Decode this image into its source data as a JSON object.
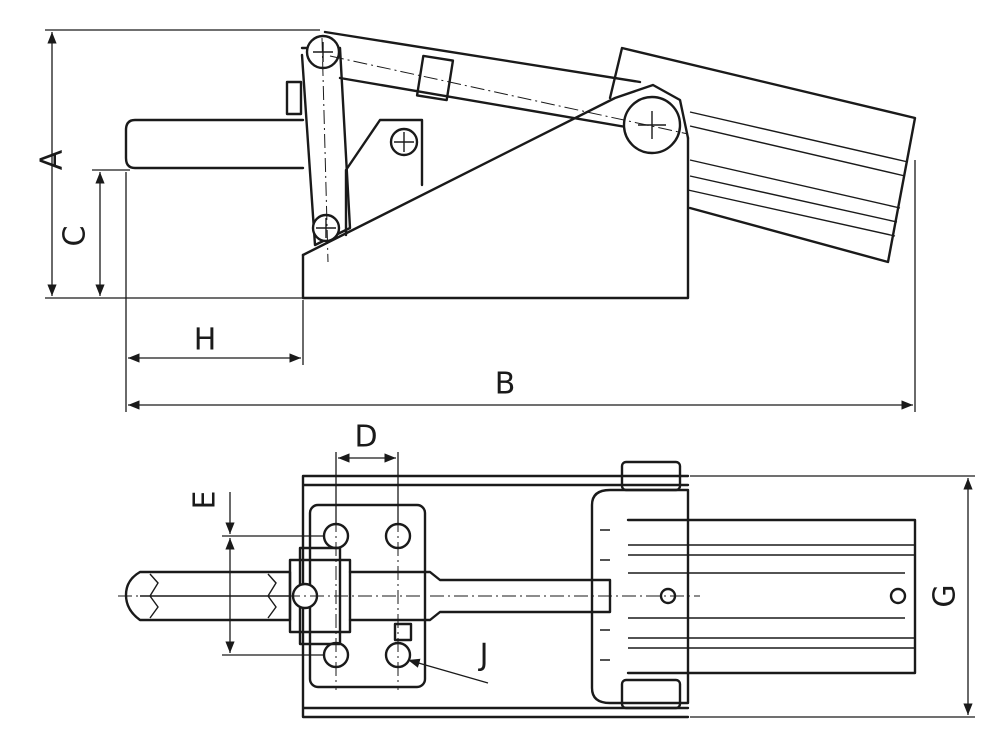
{
  "drawing": {
    "labels": {
      "A": "A",
      "B": "B",
      "C": "C",
      "D": "D",
      "E": "E",
      "G": "G",
      "H": "H",
      "J": "J"
    },
    "colors": {
      "line": "#1a1a1a",
      "background": "#ffffff"
    }
  }
}
